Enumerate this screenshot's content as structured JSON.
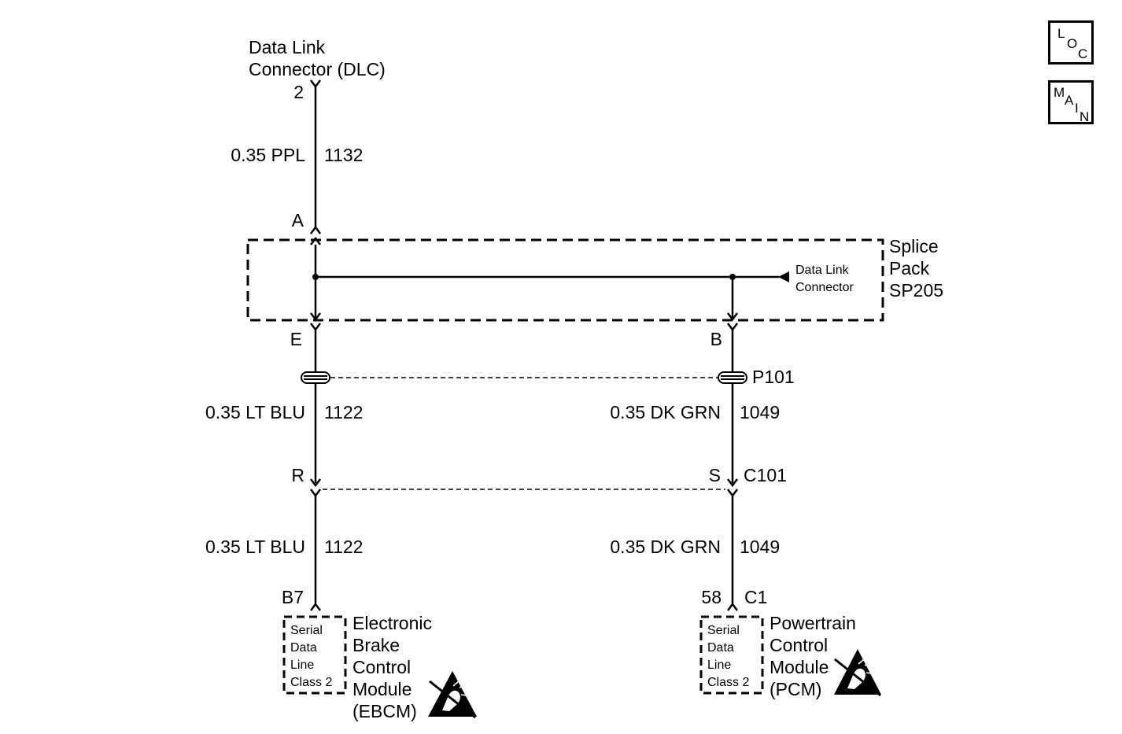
{
  "dlc": {
    "line1": "Data Link",
    "line2": "Connector (DLC)",
    "pin": "2"
  },
  "wire_top": {
    "gauge": "0.35 PPL",
    "circuit": "1132"
  },
  "splice": {
    "pin_a": "A",
    "pin_e": "E",
    "pin_b": "B",
    "line1": "Splice",
    "line2": "Pack",
    "line3": "SP205",
    "dlc_ref_line1": "Data Link",
    "dlc_ref_line2": "Connector"
  },
  "p101": {
    "label": "P101"
  },
  "wire_left_mid": {
    "gauge": "0.35 LT BLU",
    "circuit": "1122"
  },
  "wire_right_mid": {
    "gauge": "0.35 DK GRN",
    "circuit": "1049"
  },
  "c101": {
    "pin_r": "R",
    "pin_s": "S",
    "label": "C101"
  },
  "wire_left_bot": {
    "gauge": "0.35 LT BLU",
    "circuit": "1122"
  },
  "wire_right_bot": {
    "gauge": "0.35 DK GRN",
    "circuit": "1049"
  },
  "ebcm": {
    "pin": "B7",
    "inner1": "Serial",
    "inner2": "Data",
    "inner3": "Line",
    "inner4": "Class 2",
    "name1": "Electronic",
    "name2": "Brake",
    "name3": "Control",
    "name4": "Module",
    "name5": "(EBCM)"
  },
  "pcm": {
    "pin": "58",
    "connector": "C1",
    "inner1": "Serial",
    "inner2": "Data",
    "inner3": "Line",
    "inner4": "Class 2",
    "name1": "Powertrain",
    "name2": "Control",
    "name3": "Module",
    "name4": "(PCM)"
  },
  "nav": {
    "loc": {
      "c1": "L",
      "c2": "O",
      "c3": "C"
    },
    "main": {
      "c1": "M",
      "c2": "A",
      "c3": "I",
      "c4": "N"
    }
  }
}
